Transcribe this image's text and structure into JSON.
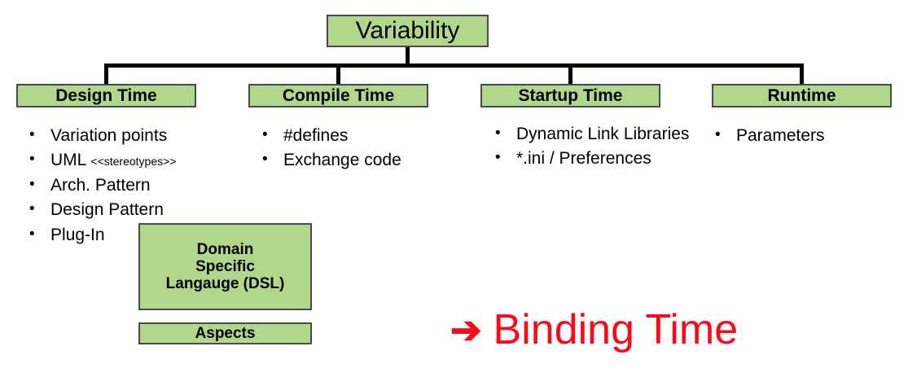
{
  "diagram": {
    "root": {
      "label": "Variability"
    },
    "categories": [
      {
        "id": "design",
        "label": "Design Time"
      },
      {
        "id": "compile",
        "label": "Compile Time"
      },
      {
        "id": "startup",
        "label": "Startup Time"
      },
      {
        "id": "runtime",
        "label": "Runtime"
      }
    ],
    "lists": {
      "design": {
        "items": [
          {
            "text": "Variation points",
            "suffix": ""
          },
          {
            "text": "UML ",
            "suffix": "<<stereotypes>>"
          },
          {
            "text": "Arch. Pattern",
            "suffix": ""
          },
          {
            "text": "Design Pattern",
            "suffix": ""
          },
          {
            "text": "Plug-In",
            "suffix": ""
          }
        ]
      },
      "compile": {
        "items": [
          {
            "text": "#defines",
            "suffix": ""
          },
          {
            "text": "Exchange code",
            "suffix": ""
          }
        ]
      },
      "startup": {
        "items": [
          {
            "text": "Dynamic Link Libraries",
            "suffix": ""
          },
          {
            "text": "*.ini / Preferences",
            "suffix": ""
          }
        ]
      },
      "runtime": {
        "items": [
          {
            "text": "Parameters",
            "suffix": ""
          }
        ]
      }
    },
    "extra_boxes": [
      {
        "id": "dsl",
        "lines": [
          "Domain",
          "Specific",
          "Langauge (DSL)"
        ]
      },
      {
        "id": "aspects",
        "lines": [
          "Aspects"
        ]
      }
    ],
    "callout": {
      "arrow_icon": "right-arrow-icon",
      "arrow_glyph": "➔",
      "label": "Binding Time"
    },
    "bullet_glyph": "•",
    "colors": {
      "box_fill": "#b0d78b",
      "box_border": "#4a4a4a",
      "connector": "#000000",
      "callout_red": "#fa0a19",
      "text": "#000000"
    }
  }
}
